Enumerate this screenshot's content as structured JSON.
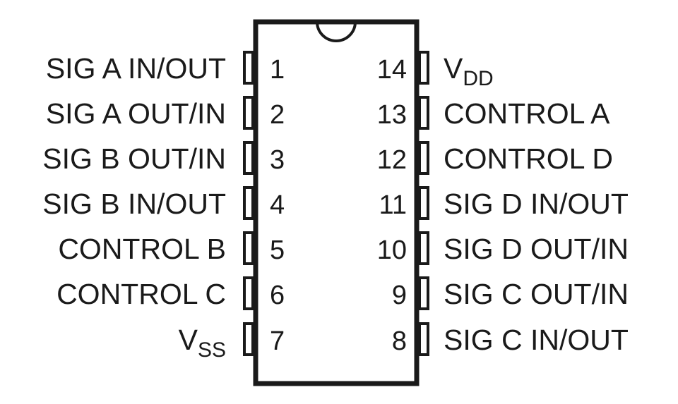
{
  "package": {
    "left_pins": [
      {
        "number": "1",
        "label": "SIG A IN/OUT"
      },
      {
        "number": "2",
        "label": "SIG A OUT/IN"
      },
      {
        "number": "3",
        "label": "SIG B OUT/IN"
      },
      {
        "number": "4",
        "label": "SIG B IN/OUT"
      },
      {
        "number": "5",
        "label": "CONTROL B"
      },
      {
        "number": "6",
        "label": "CONTROL C"
      },
      {
        "number": "7",
        "label": "V",
        "label_sub": "SS"
      }
    ],
    "right_pins": [
      {
        "number": "14",
        "label": "V",
        "label_sub": "DD"
      },
      {
        "number": "13",
        "label": "CONTROL A"
      },
      {
        "number": "12",
        "label": "CONTROL D"
      },
      {
        "number": "11",
        "label": "SIG D IN/OUT"
      },
      {
        "number": "10",
        "label": "SIG D OUT/IN"
      },
      {
        "number": "9",
        "label": "SIG C OUT/IN"
      },
      {
        "number": "8",
        "label": "SIG C IN/OUT"
      }
    ]
  }
}
